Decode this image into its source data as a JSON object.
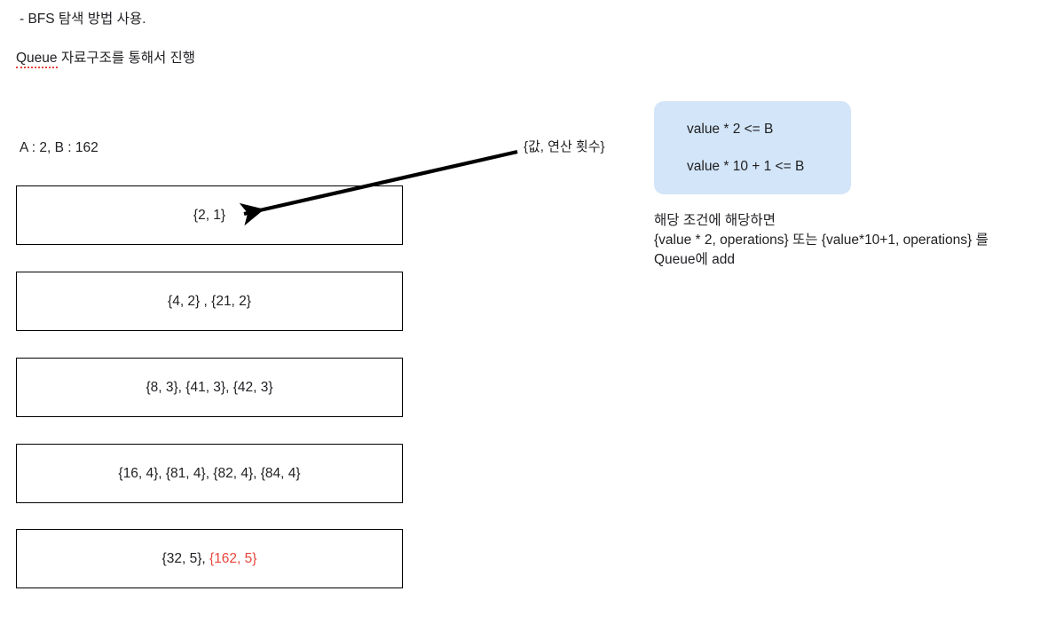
{
  "notes": {
    "bfs": "- BFS 탐색 방법 사용.",
    "queue_prefix": "Queue",
    "queue_rest": " 자료구조를 통해서 진행"
  },
  "problem": {
    "ab_line": "A : 2, B : 162"
  },
  "arrow": {
    "label": "{값, 연산 횟수}"
  },
  "queue_steps": [
    {
      "text": "{2, 1}",
      "highlight": ""
    },
    {
      "text": "{4, 2} , {21, 2}",
      "highlight": ""
    },
    {
      "text": "{8, 3}, {41, 3}, {42, 3}",
      "highlight": ""
    },
    {
      "text": "{16, 4}, {81, 4}, {82, 4}, {84, 4}",
      "highlight": ""
    },
    {
      "text": "{32, 5}, ",
      "highlight": "{162, 5}"
    }
  ],
  "condition_box": {
    "line1": "value * 2 <= B",
    "line2": "value * 10 + 1 <= B",
    "background": "#d3e5f8"
  },
  "explanation": {
    "line1": "해당 조건에 해당하면",
    "line2": "{value * 2, operations} 또는 {value*10+1, operations} 를",
    "line3": "Queue에 add"
  },
  "colors": {
    "highlight_red": "#e8453c",
    "text": "#202124",
    "border": "#000000",
    "background": "#ffffff"
  }
}
